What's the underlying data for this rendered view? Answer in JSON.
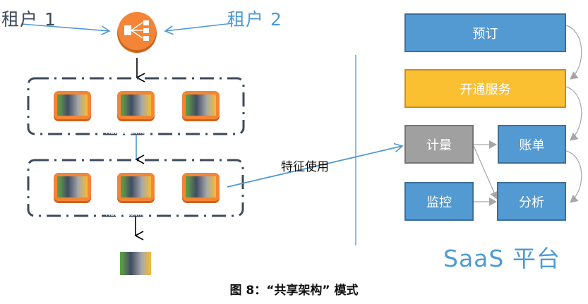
{
  "diagram": {
    "title": "共享架构模式",
    "left": {
      "tenants": [
        {
          "label": "租户 1",
          "color": "#3f4a5a"
        },
        {
          "label": "租户 2",
          "color": "#4f9ad3"
        }
      ],
      "load_balancer": {
        "icon": "load-balancer-icon",
        "color": "#f58536"
      },
      "groups": [
        {
          "label": "Auto Scaling",
          "instances": 3
        },
        {
          "label": "Auto Scaling",
          "instances": 3
        }
      ],
      "database_icon": "storage-icon",
      "edge_label": "特征使用"
    },
    "right": {
      "platform_label": "SaaS 平台",
      "nodes": [
        {
          "id": "order",
          "label": "预订",
          "color": "#549ad2"
        },
        {
          "id": "provision",
          "label": "开通服务",
          "color": "#fbbf32"
        },
        {
          "id": "metering",
          "label": "计量",
          "color": "#a0a0a0"
        },
        {
          "id": "billing",
          "label": "账单",
          "color": "#549ad2"
        },
        {
          "id": "monitoring",
          "label": "监控",
          "color": "#549ad2"
        },
        {
          "id": "analytics",
          "label": "分析",
          "color": "#549ad2"
        }
      ],
      "edges": [
        {
          "from": "order",
          "to": "provision"
        },
        {
          "from": "provision",
          "to": "billing"
        },
        {
          "from": "metering",
          "to": "billing"
        },
        {
          "from": "metering",
          "to": "analytics"
        },
        {
          "from": "monitoring",
          "to": "analytics"
        },
        {
          "from": "billing",
          "to": "analytics"
        }
      ]
    },
    "caption": {
      "prefix": "图 8：",
      "quoted": "“共享架构”",
      "suffix": " 模式"
    }
  }
}
